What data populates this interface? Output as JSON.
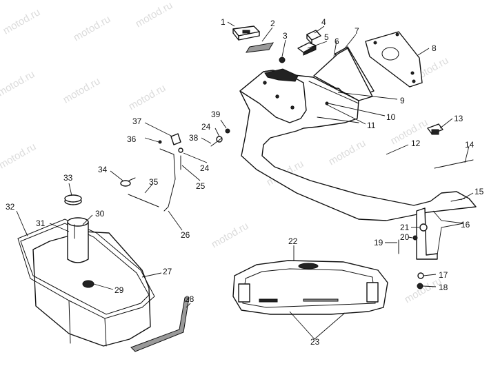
{
  "watermark": "motod.ru",
  "callouts": [
    "1",
    "2",
    "3",
    "4",
    "5",
    "6",
    "7",
    "8",
    "9",
    "10",
    "11",
    "12",
    "13",
    "14",
    "15",
    "16",
    "17",
    "18",
    "19",
    "20",
    "21",
    "22",
    "23",
    "24",
    "25",
    "26",
    "27",
    "28",
    "29",
    "30",
    "31",
    "32",
    "33",
    "34",
    "35",
    "36",
    "37",
    "38",
    "39"
  ]
}
